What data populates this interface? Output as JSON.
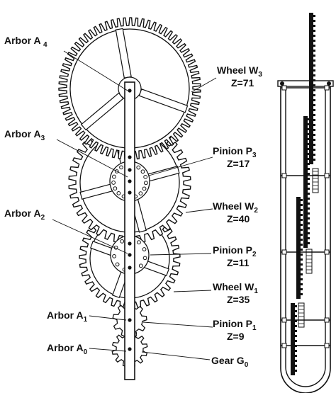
{
  "labels": {
    "arbor_a4": "Arbor A4",
    "arbor_a3": "Arbor A3",
    "arbor_a2": "Arbor A2",
    "arbor_a1": "Arbor A1",
    "arbor_a0": "Arbor A0",
    "wheel_w3": "Wheel W3",
    "wheel_w3_z": "Z=71",
    "pinion_p3": "Pinion P3",
    "pinion_p3_z": "Z=17",
    "wheel_w2": "Wheel W2",
    "wheel_w2_z": "Z=40",
    "pinion_p2": "Pinion P2",
    "pinion_p2_z": "Z=11",
    "wheel_w1": "Wheel W1",
    "wheel_w1_z": "Z=35",
    "pinion_p1": "Pinion P1",
    "pinion_p1_z": "Z=9",
    "gear_g0": "Gear G0"
  },
  "gears": {
    "w3_teeth": 71,
    "p3_teeth": 17,
    "w2_teeth": 40,
    "p2_teeth": 11,
    "w1_teeth": 35,
    "p1_teeth": 9
  },
  "colors": {
    "line": "#111111",
    "background": "#ffffff"
  }
}
